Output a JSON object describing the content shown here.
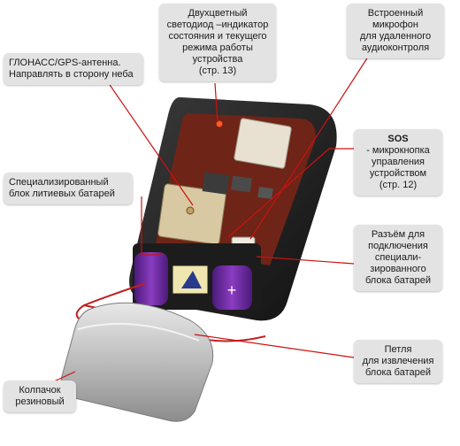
{
  "callouts": {
    "glonass": {
      "lines": [
        "ГЛОНАСС/GPS-антенна.",
        "Направлять в сторону неба"
      ]
    },
    "battery_block": {
      "lines": [
        "Специализированный",
        "блок литиевых батарей"
      ]
    },
    "cap": {
      "lines": [
        "Колпачок",
        "резиновый"
      ]
    },
    "led": {
      "lines": [
        "Двухцветный",
        "светодиод –индикатор",
        "состояния и текущего",
        "режима работы",
        "устройства",
        "(стр. 13)"
      ]
    },
    "microphone": {
      "lines": [
        "Встроенный",
        "микрофон",
        "для удаленного",
        "аудиоконтроля"
      ]
    },
    "sos": {
      "title": "SOS",
      "lines": [
        "- микрокнопка",
        "управления",
        "устройством",
        "(стр. 12)"
      ]
    },
    "connector": {
      "lines": [
        "Разъём для",
        "подключения",
        "специали-",
        "зированного",
        "блока батарей"
      ]
    },
    "loop": {
      "lines": [
        "Петля",
        "для извлечения",
        "блока батарей"
      ]
    }
  },
  "colors": {
    "leader_line": "#cc1111",
    "label_bg": "#e3e3e3",
    "device_body": "#2a2a2a",
    "pcb": "#7a2a1a",
    "battery": "#6a2a9a",
    "cap": "#bdbdbd"
  }
}
